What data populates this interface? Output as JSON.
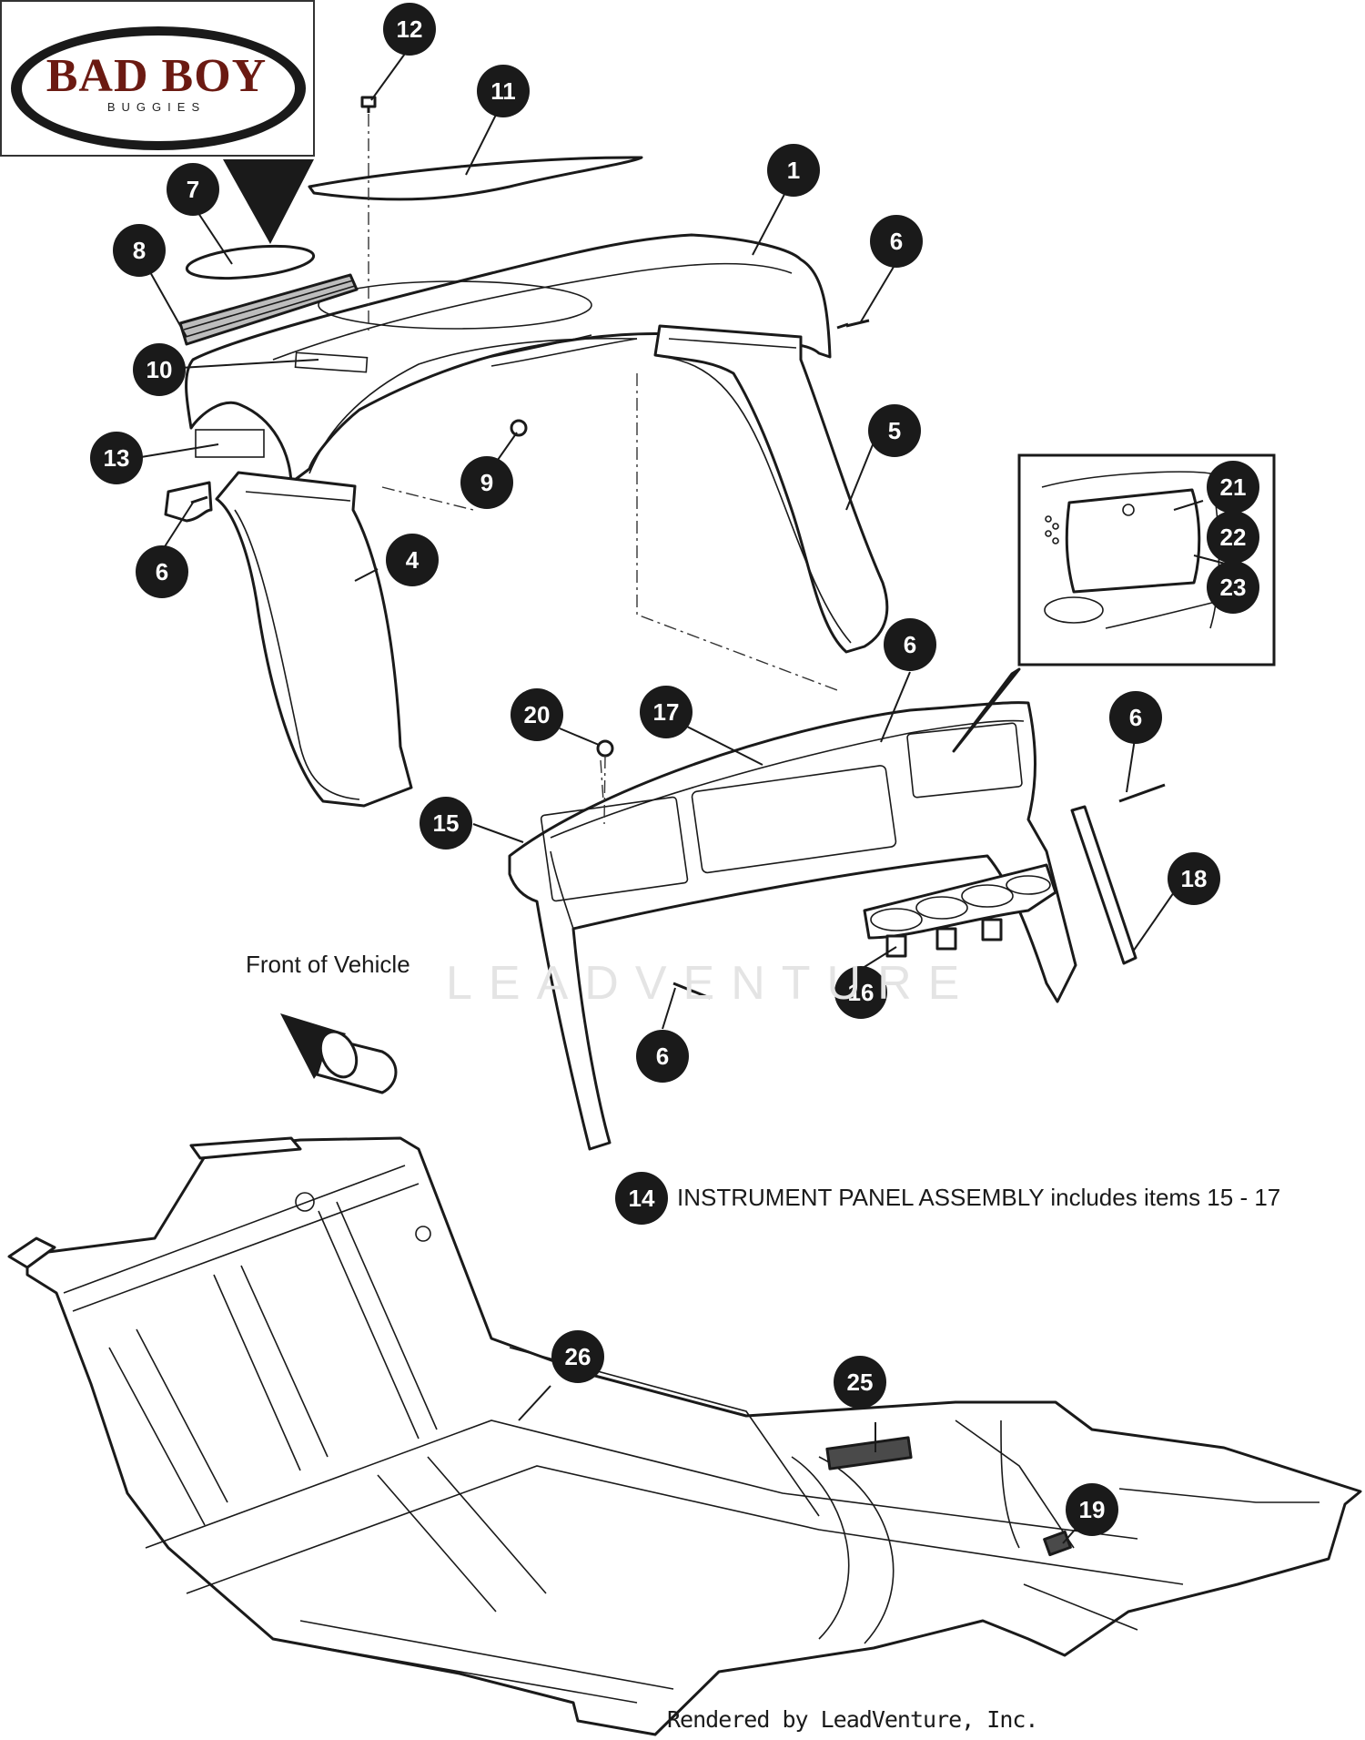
{
  "logo": {
    "main_text": "BAD BOY",
    "sub_text": "BUGGIES"
  },
  "front_label": "Front of Vehicle",
  "assembly_note": {
    "number": "14",
    "text": "INSTRUMENT PANEL ASSEMBLY includes items 15 - 17"
  },
  "watermark": "LEADVENTURE",
  "footer": "Rendered by LeadVenture, Inc.",
  "callouts": {
    "c1": "1",
    "c4": "4",
    "c5": "5",
    "c6a": "6",
    "c6b": "6",
    "c6c": "6",
    "c6d": "6",
    "c6e": "6",
    "c7": "7",
    "c8": "8",
    "c9": "9",
    "c10": "10",
    "c11": "11",
    "c12": "12",
    "c13": "13",
    "c15": "15",
    "c16": "16",
    "c17": "17",
    "c18": "18",
    "c19": "19",
    "c20": "20",
    "c21": "21",
    "c22": "22",
    "c23": "23",
    "c25": "25",
    "c26": "26"
  },
  "colors": {
    "callout_fill": "#1a1a1a",
    "logo_red": "#6b1a12",
    "line": "#1a1a1a"
  }
}
